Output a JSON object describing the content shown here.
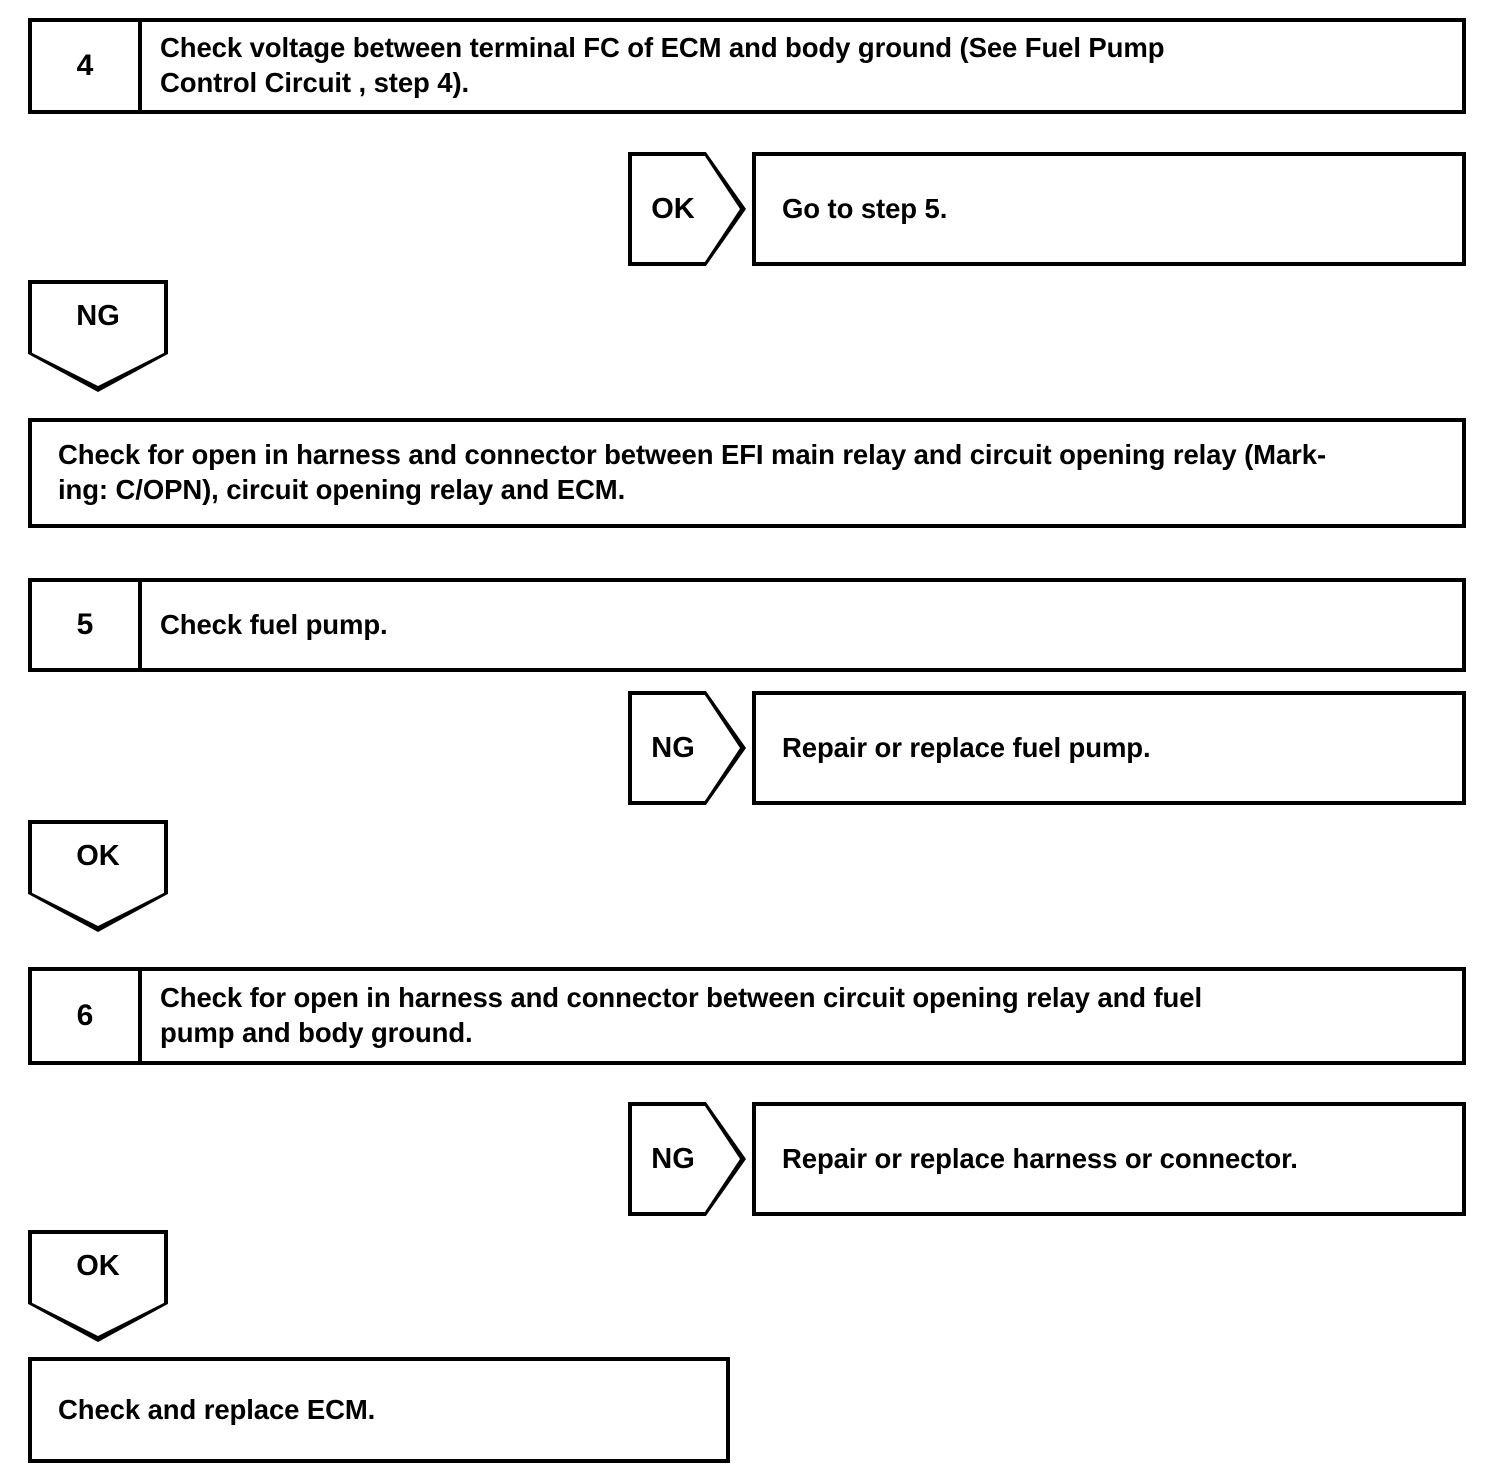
{
  "document": {
    "title": "Fuel Pump Control Circuit Troubleshooting Flowchart",
    "type": "automotive-diagnostic-flowchart",
    "colors": {
      "stroke": "#000000",
      "background": "#ffffff",
      "text": "#000000"
    }
  },
  "steps": [
    {
      "id": "step-4",
      "number": "4",
      "text": "Check voltage between terminal FC of ECM and body ground (See Fuel Pump\nControl Circuit , step 4)."
    },
    {
      "id": "step-5",
      "number": "5",
      "text": "Check fuel pump."
    },
    {
      "id": "step-6",
      "number": "6",
      "text": "Check for open in harness and connector between circuit opening relay and fuel\npump and body ground."
    }
  ],
  "branches": [
    {
      "id": "branch-step4-ok",
      "tag": "OK",
      "result": "Go to step 5."
    },
    {
      "id": "branch-step5-ng",
      "tag": "NG",
      "result": "Repair or replace fuel pump."
    },
    {
      "id": "branch-step6-ng",
      "tag": "NG",
      "result": "Repair or replace harness or connector."
    }
  ],
  "connectors": [
    {
      "id": "connector-step4-ng",
      "tag": "NG"
    },
    {
      "id": "connector-step5-ok",
      "tag": "OK"
    },
    {
      "id": "connector-step6-ok",
      "tag": "OK"
    }
  ],
  "actions": [
    {
      "id": "action-check-open-harness",
      "text": "Check for open in harness and connector between EFI main relay and circuit opening relay (Mark-\ning: C/OPN), circuit opening relay and ECM."
    },
    {
      "id": "action-check-replace-ecm",
      "text": "Check and replace ECM."
    }
  ]
}
